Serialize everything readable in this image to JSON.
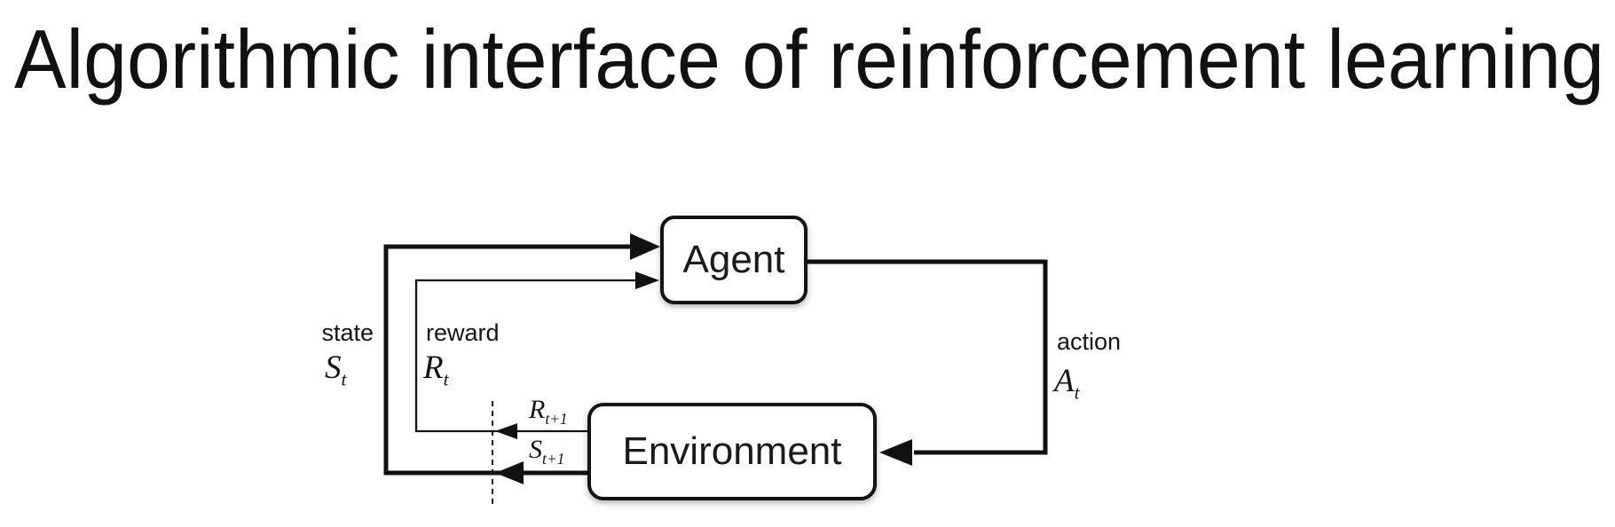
{
  "title": "Algorithmic interface of reinforcement learning",
  "colors": {
    "ink": "#111111",
    "background": "#ffffff"
  },
  "diagram": {
    "agent": {
      "label": "Agent"
    },
    "environment": {
      "label": "Environment"
    },
    "state": {
      "word": "state",
      "symbol": "S",
      "subscript": "t"
    },
    "reward": {
      "word": "reward",
      "symbol": "R",
      "subscript": "t"
    },
    "action": {
      "word": "action",
      "symbol": "A",
      "subscript": "t"
    },
    "next_reward": {
      "symbol": "R",
      "subscript": "t+1"
    },
    "next_state": {
      "symbol": "S",
      "subscript": "t+1"
    }
  }
}
